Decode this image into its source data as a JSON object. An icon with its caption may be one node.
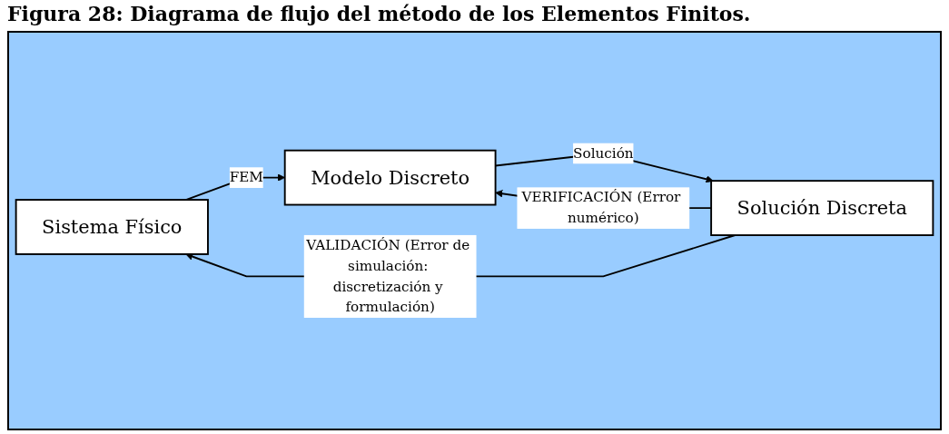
{
  "diagram": {
    "title": "Figura 28: Diagrama de flujo del método de los Elementos Finitos.",
    "nodes": [
      {
        "text": [
          "Sistema Físico"
        ]
      },
      {
        "text": [
          "Modelo Discreto"
        ]
      },
      {
        "text": [
          "Solución Discreta"
        ]
      }
    ],
    "edges": [
      {
        "from": 0,
        "to": 1,
        "arrow": "to",
        "label": "FEM"
      },
      {
        "from": 1,
        "to": 2,
        "arrow": "to",
        "label": "Solución"
      },
      {
        "from": 2,
        "to": 1,
        "arrow": "to",
        "label": "VERIFICACIÓN (Error numérico)"
      },
      {
        "from": 2,
        "to": 0,
        "arrow": "to",
        "label": "VALIDACIÓN (Error de simulación: discretización y formulación)"
      }
    ]
  }
}
